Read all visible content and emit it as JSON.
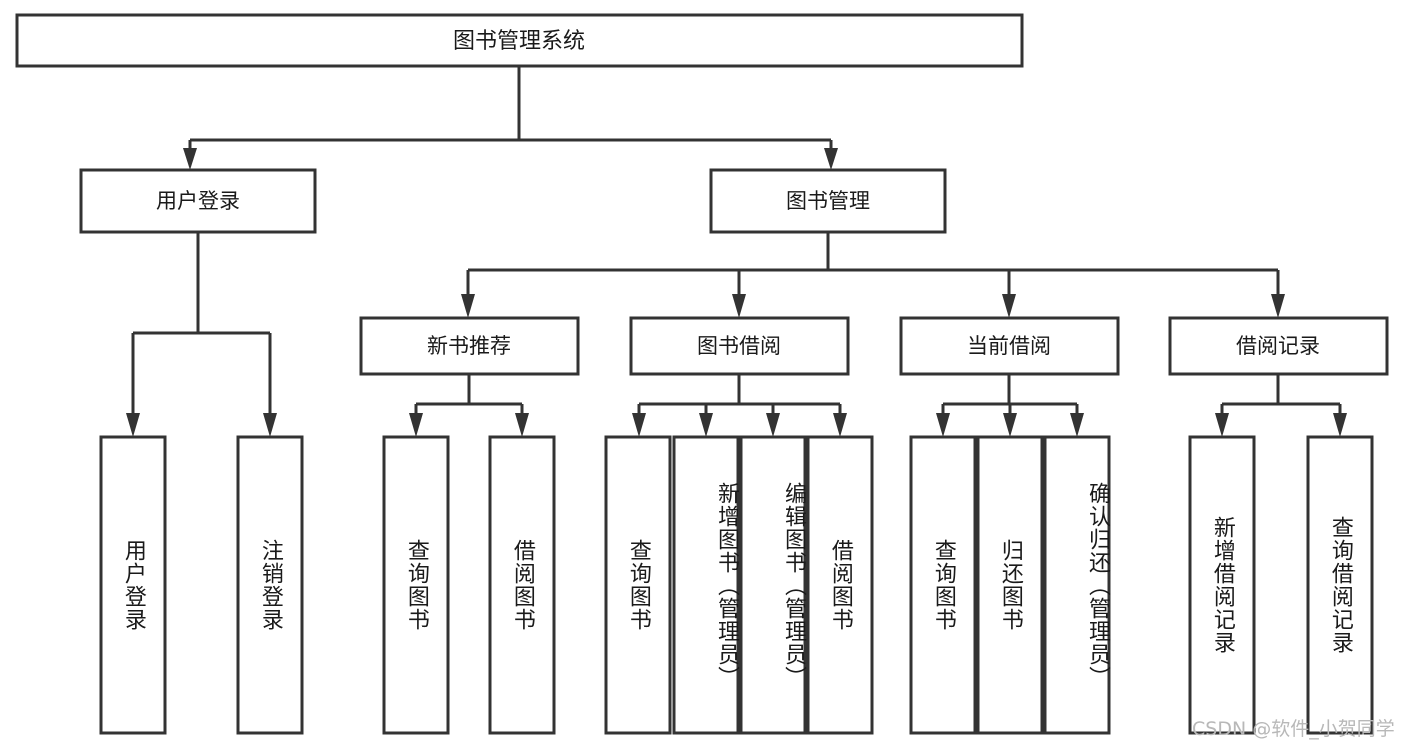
{
  "diagram": {
    "type": "tree-hierarchy-chart",
    "title_text": "图书管理系统",
    "root": {
      "id": "root",
      "label": "图书管理系统"
    },
    "level2": [
      {
        "id": "user-login",
        "label": "用户登录"
      },
      {
        "id": "book-management",
        "label": "图书管理"
      }
    ],
    "level3": [
      {
        "id": "new-book-recommend",
        "label": "新书推荐"
      },
      {
        "id": "book-borrow",
        "label": "图书借阅"
      },
      {
        "id": "current-borrow",
        "label": "当前借阅"
      },
      {
        "id": "borrow-record",
        "label": "借阅记录"
      }
    ],
    "leaves": {
      "user_login": [
        {
          "id": "leaf-user-login",
          "label": "用户登录"
        },
        {
          "id": "leaf-logout-login",
          "label": "注销登录"
        }
      ],
      "new_book_recommend": [
        {
          "id": "leaf-query-book-1",
          "label": "查询图书"
        },
        {
          "id": "leaf-borrow-book-1",
          "label": "借阅图书"
        }
      ],
      "book_borrow": [
        {
          "id": "leaf-query-book-2",
          "label": "查询图书"
        },
        {
          "id": "leaf-add-book",
          "label": "新增图书（管理员）"
        },
        {
          "id": "leaf-edit-book",
          "label": "编辑图书（管理员）"
        },
        {
          "id": "leaf-borrow-book-2",
          "label": "借阅图书"
        }
      ],
      "current_borrow": [
        {
          "id": "leaf-query-book-3",
          "label": "查询图书"
        },
        {
          "id": "leaf-return-book",
          "label": "归还图书"
        },
        {
          "id": "leaf-confirm-return",
          "label": "确认归还（管理员）"
        }
      ],
      "borrow_record": [
        {
          "id": "leaf-add-record",
          "label": "新增借阅记录"
        },
        {
          "id": "leaf-query-record",
          "label": "查询借阅记录"
        }
      ]
    },
    "colors": {
      "stroke": "#333333",
      "fill": "#ffffff",
      "text": "#1a1a1a",
      "watermark": "#b8b8b8",
      "background": "#ffffff"
    }
  },
  "watermark": {
    "text": "CSDN @软件_小贺同学"
  }
}
